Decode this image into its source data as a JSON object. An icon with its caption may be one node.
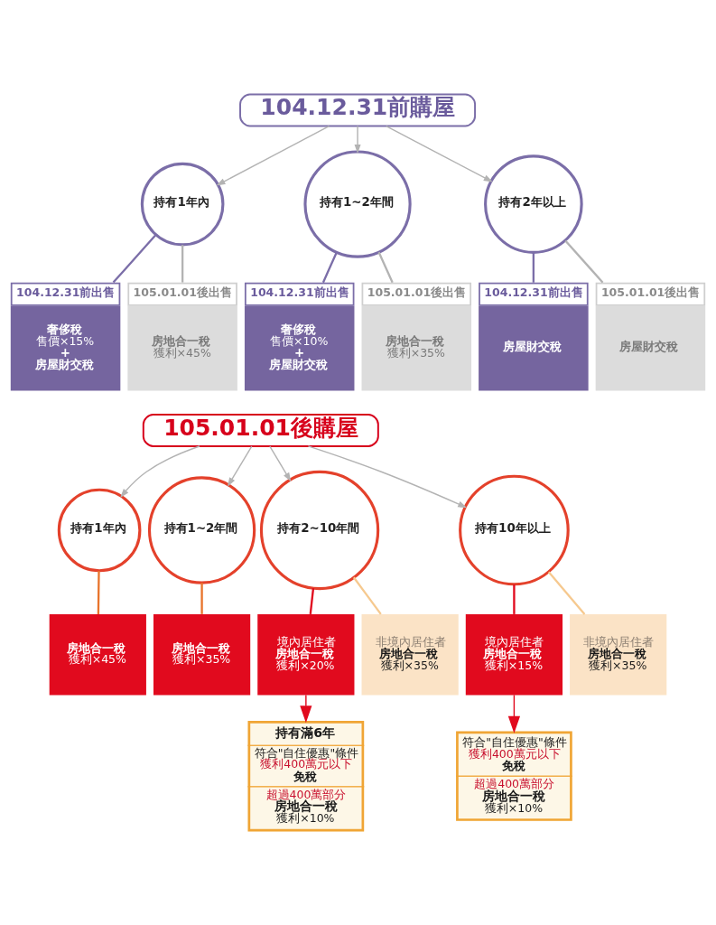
{
  "diagram": {
    "nodes": [
      {
        "text": [
          "104.12.31前購屋"
        ]
      },
      {
        "text": [
          "持有1年內"
        ]
      },
      {
        "text": [
          "持有1~2年間"
        ]
      },
      {
        "text": [
          "持有2年以上"
        ]
      },
      {
        "text": [
          "104.12.31前出售",
          "奢侈稅",
          "售價×15%",
          "+",
          "房屋財交稅"
        ]
      },
      {
        "text": [
          "105.01.01後出售",
          "房地合一稅",
          "獲利×45%"
        ]
      },
      {
        "text": [
          "104.12.31前出售",
          "奢侈稅",
          "售價×10%",
          "+",
          "房屋財交稅"
        ]
      },
      {
        "text": [
          "105.01.01後出售",
          "房地合一稅",
          "獲利×35%"
        ]
      },
      {
        "text": [
          "104.12.31前出售",
          "房屋財交稅"
        ]
      },
      {
        "text": [
          "105.01.01後出售",
          "房屋財交稅"
        ]
      },
      {
        "text": [
          "105.01.01後購屋"
        ]
      },
      {
        "text": [
          "持有1年內"
        ]
      },
      {
        "text": [
          "持有1~2年間"
        ]
      },
      {
        "text": [
          "持有2~10年間"
        ]
      },
      {
        "text": [
          "持有10年以上"
        ]
      },
      {
        "text": [
          "房地合一稅",
          "獲利×45%"
        ]
      },
      {
        "text": [
          "房地合一稅",
          "獲利×35%"
        ]
      },
      {
        "text": [
          "境內居住者",
          "房地合一稅",
          "獲利×20%"
        ]
      },
      {
        "text": [
          "非境內居住者",
          "房地合一稅",
          "獲利×35%"
        ]
      },
      {
        "text": [
          "境內居住者",
          "房地合一稅",
          "獲利×15%"
        ]
      },
      {
        "text": [
          "非境內居住者",
          "房地合一稅",
          "獲利×35%"
        ]
      },
      {
        "text": [
          "持有滿6年",
          "符合\"自住優惠\"條件",
          "獲利400萬元以下",
          "免稅",
          "超過400萬部分",
          "房地合一稅",
          "獲利×10%"
        ]
      },
      {
        "text": [
          "符合\"自住優惠\"條件",
          "獲利400萬元以下",
          "免稅",
          "超過400萬部分",
          "房地合一稅",
          "獲利×10%"
        ]
      }
    ],
    "edges": [
      {
        "from": 0,
        "to": 1,
        "arrow": "to"
      },
      {
        "from": 0,
        "to": 2,
        "arrow": "to"
      },
      {
        "from": 0,
        "to": 3,
        "arrow": "to"
      },
      {
        "from": 1,
        "to": 4,
        "arrow": "none",
        "color": "#7b6ea8"
      },
      {
        "from": 1,
        "to": 5,
        "arrow": "none"
      },
      {
        "from": 2,
        "to": 6,
        "arrow": "none",
        "color": "#7b6ea8"
      },
      {
        "from": 2,
        "to": 7,
        "arrow": "none"
      },
      {
        "from": 3,
        "to": 8,
        "arrow": "none",
        "color": "#7b6ea8"
      },
      {
        "from": 3,
        "to": 9,
        "arrow": "none"
      },
      {
        "from": 10,
        "to": 11,
        "arrow": "to"
      },
      {
        "from": 10,
        "to": 12,
        "arrow": "to"
      },
      {
        "from": 10,
        "to": 13,
        "arrow": "to"
      },
      {
        "from": 10,
        "to": 14,
        "arrow": "to"
      },
      {
        "from": 11,
        "to": 15,
        "arrow": "none",
        "color": "#e8742c"
      },
      {
        "from": 12,
        "to": 16,
        "arrow": "none",
        "color": "#e8742c"
      },
      {
        "from": 13,
        "to": 17,
        "arrow": "none",
        "color": "#e10a1e"
      },
      {
        "from": 13,
        "to": 18,
        "arrow": "none",
        "color": "#f6c98f"
      },
      {
        "from": 14,
        "to": 19,
        "arrow": "none",
        "color": "#e10a1e"
      },
      {
        "from": 14,
        "to": 20,
        "arrow": "none",
        "color": "#f6c98f"
      },
      {
        "from": 17,
        "to": 21,
        "arrow": "to",
        "color": "#e10a1e"
      },
      {
        "from": 19,
        "to": 22,
        "arrow": "to",
        "color": "#e10a1e"
      }
    ]
  }
}
